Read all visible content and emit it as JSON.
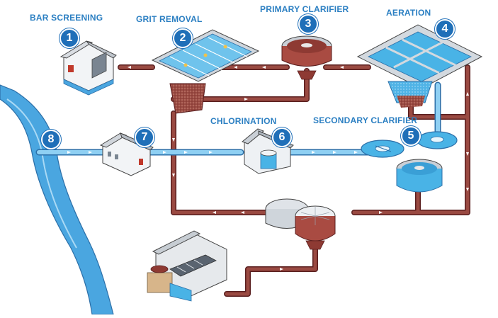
{
  "colors": {
    "label": "#2b7fc2",
    "badge": "#1f6fb8",
    "sludge_pipe": "#7a2e2e",
    "water_pipe": "#5bb4e5",
    "river": "#4aa6e0",
    "water_tank": "#49b3e6",
    "sludge": "#8b3a3a"
  },
  "stages": [
    {
      "number": "1",
      "label": "BAR SCREENING"
    },
    {
      "number": "2",
      "label": "GRIT REMOVAL"
    },
    {
      "number": "3",
      "label": "PRIMARY CLARIFIER"
    },
    {
      "number": "4",
      "label": "AERATION"
    },
    {
      "number": "5",
      "label": "SECONDARY CLARIFIER"
    },
    {
      "number": "6",
      "label": "CHLORINATION"
    },
    {
      "number": "7",
      "label": ""
    },
    {
      "number": "8",
      "label": ""
    }
  ],
  "icons": [
    "building-icon",
    "grit-tank-icon",
    "clarifier-icon",
    "aeration-basin-icon",
    "chlorination-icon",
    "digester-icon",
    "sludge-press-icon",
    "river-icon",
    "arrow-icon"
  ]
}
